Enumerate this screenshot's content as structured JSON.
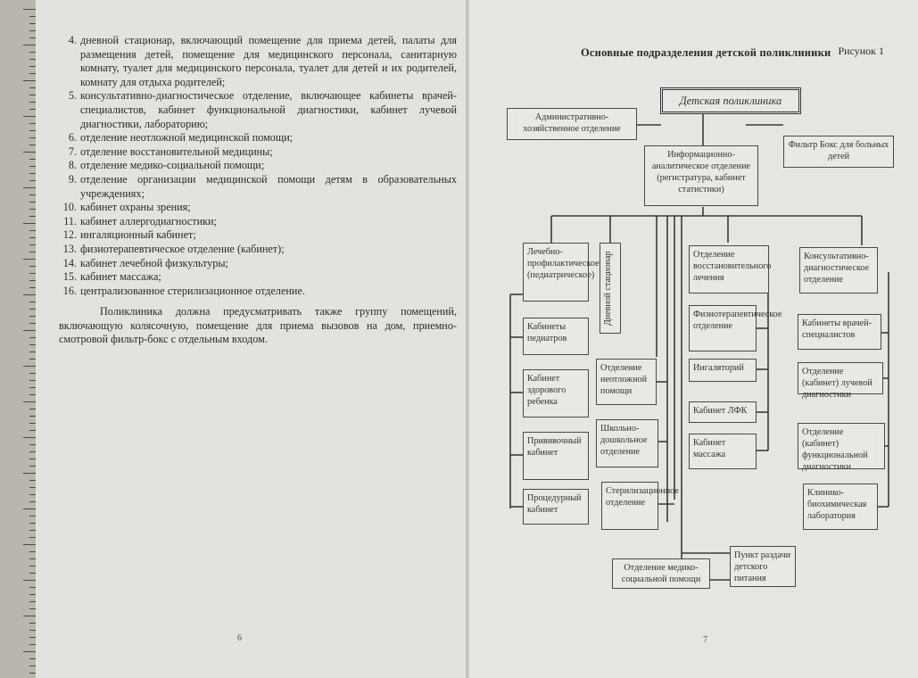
{
  "left_page": {
    "list": [
      {
        "num": "4.",
        "text": "дневной стационар, включающий помещение для приема детей, палаты для размещения детей, помещение для медицинского персонала, санитарную комнату, туалет для медицинского персонала, туалет для детей и их родителей, комнату для отдыха родителей;"
      },
      {
        "num": "5.",
        "text": "консультативно-диагностическое отделение, включающее кабинеты врачей-специалистов, кабинет функциональной диагностики, кабинет лучевой диагностики, лабораторию;"
      },
      {
        "num": "6.",
        "text": "отделение неотложной медицинской помощи;"
      },
      {
        "num": "7.",
        "text": "отделение восстановительной медицины;"
      },
      {
        "num": "8.",
        "text": "отделение медико-социальной помощи;"
      },
      {
        "num": "9.",
        "text": "отделение организации медицинской помощи детям в образовательных учреждениях;"
      },
      {
        "num": "10.",
        "text": "кабинет охраны зрения;"
      },
      {
        "num": "11.",
        "text": "кабинет аллергодиагностики;"
      },
      {
        "num": "12.",
        "text": "ингаляционный кабинет;"
      },
      {
        "num": "13.",
        "text": "физиотерапевтическое отделение (кабинет);"
      },
      {
        "num": "14.",
        "text": "кабинет лечебной физкультуры;"
      },
      {
        "num": "15.",
        "text": "кабинет массажа;"
      },
      {
        "num": "16.",
        "text": "централизованное стерилизационное отделение."
      }
    ],
    "paragraph": "Поликлиника должна предусматривать также группу помещений, включающую колясочную, помещение для приема вызовов на дом, приемно-смотровой фильтр-бокс с отдельным входом.",
    "page_number": "6"
  },
  "right_page": {
    "figure_label": "Рисунок 1",
    "figure_title": "Основные подразделения детской поликлиники",
    "page_number": "7",
    "boxes": {
      "root": "Детская поликлиника",
      "admin": "Административно-хозяйственное отделение",
      "filter": "Фильтр Бокс для больных детей",
      "info": "Информационно-аналитическое отделение (регистратура, кабинет статистики)",
      "lech": "Лечебно-профилактическое (педиатрическое)",
      "day": "Дневной стационар",
      "restore": "Отделение восстановительного лечения",
      "consult": "Консультативно-диагностическое отделение",
      "pediatr": "Кабинеты педиатров",
      "healthy": "Кабинет здорового ребенка",
      "vaccine": "Прививочный кабинет",
      "procedure": "Процедурный кабинет",
      "urgent": "Отделение неотложной помощи",
      "school": "Школьно-дошкольное отделение",
      "steril": "Стерилизационное отделение",
      "physio": "Физиотерапевтическое отделение",
      "inhal": "Ингаляторий",
      "lfk": "Кабинет ЛФК",
      "massage": "Кабинет массажа",
      "doctors": "Кабинеты врачей-специалистов",
      "ray": "Отделение (кабинет) лучевой диагностики",
      "func": "Отделение (кабинет) функциональной диагностики",
      "lab": "Клинико-биохимическая лаборатория",
      "medsoc": "Отделение медико-социальной помощи",
      "food": "Пункт раздачи детского питания"
    }
  }
}
